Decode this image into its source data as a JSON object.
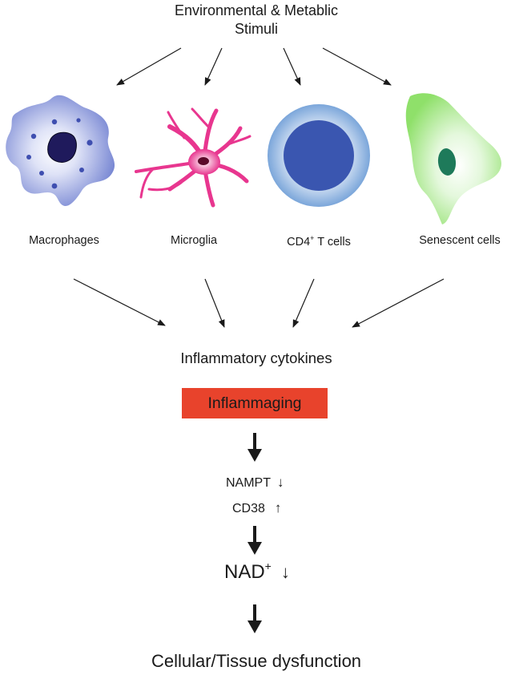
{
  "title_line1": "Environmental & Metablic",
  "title_line2": "Stimuli",
  "cells": {
    "macrophages": "Macrophages",
    "microglia": "Microglia",
    "cd4_prefix": "CD4",
    "cd4_sup": "+",
    "cd4_suffix": " T cells",
    "senescent": "Senescent cells"
  },
  "cytokines": "Inflammatory cytokines",
  "inflammaging": "Inflammaging",
  "nampt": "NAMPT",
  "nampt_arrow": "↓",
  "cd38": "CD38",
  "cd38_arrow": "↑",
  "nad": "NAD",
  "nad_sup": "+",
  "nad_arrow": "↓",
  "final": "Cellular/Tissue dysfunction",
  "colors": {
    "inflammaging_box": "#e8432c",
    "macrophage": "#6f7fd0",
    "microglia": "#e8368f",
    "tcell_outer": "#7ba6da",
    "tcell_nucleus": "#3a56b0",
    "senescent": "#8fe06a",
    "senescent_nucleus": "#1e7a5a"
  }
}
